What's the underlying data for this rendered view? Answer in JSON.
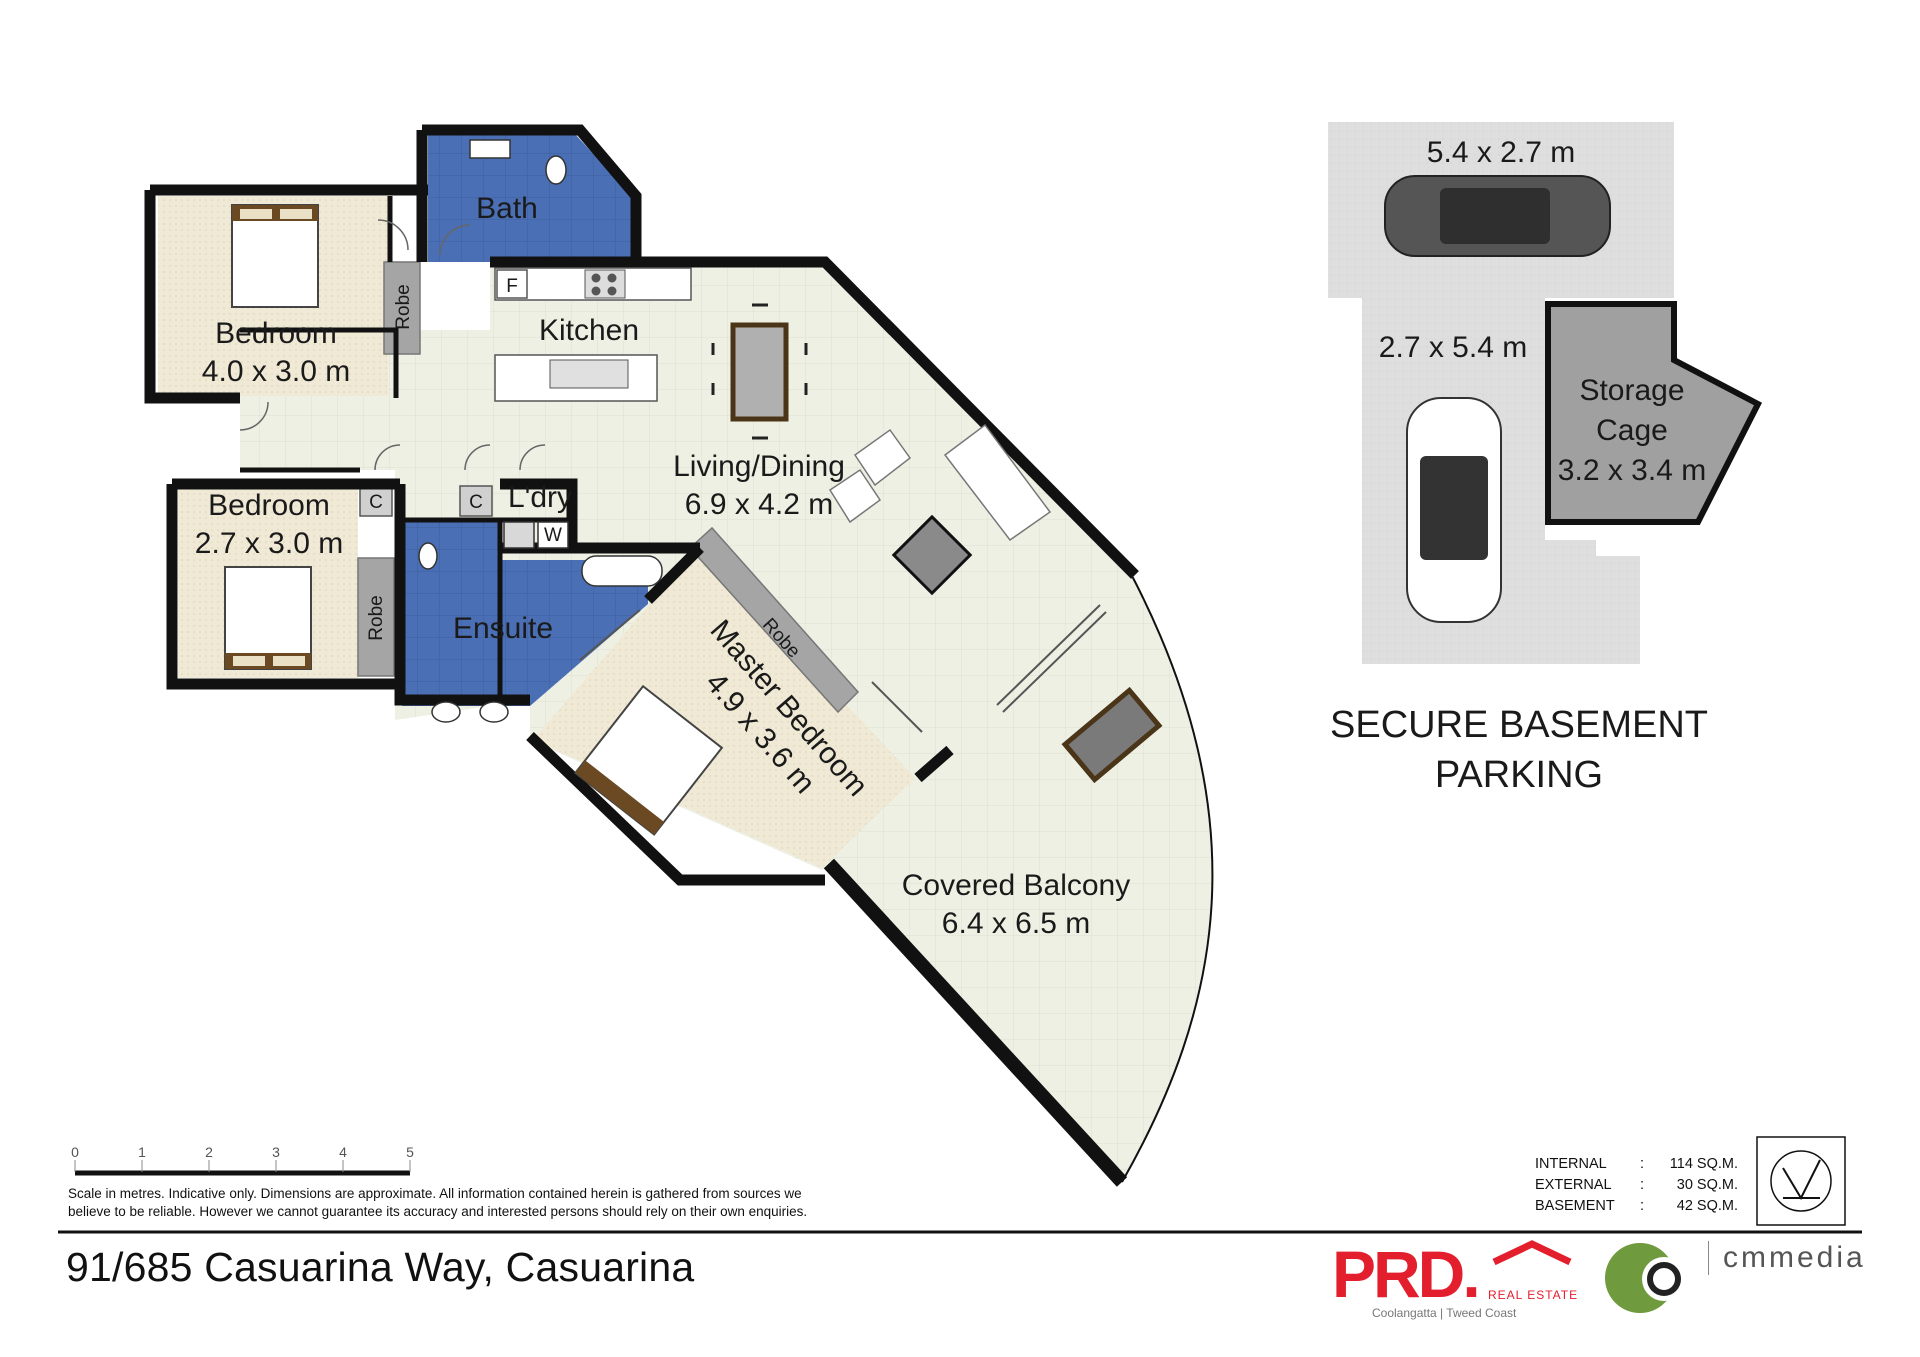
{
  "rooms": {
    "bath": "Bath",
    "kitchen": "Kitchen",
    "bedroom1": {
      "name": "Bedroom",
      "dims": "4.0 x 3.0 m"
    },
    "bedroom2": {
      "name": "Bedroom",
      "dims": "2.7 x 3.0 m"
    },
    "robe": "Robe",
    "living": {
      "name": "Living/Dining",
      "dims": "6.9 x 4.2 m"
    },
    "laundry": "L'dry",
    "ensuite": "Ensuite",
    "master": {
      "name": "Master Bedroom",
      "dims": "4.9 x 3.6 m"
    },
    "balcony": {
      "name": "Covered Balcony",
      "dims": "6.4 x 6.5 m"
    },
    "cupboard": "C",
    "fridge": "F",
    "washer": "W"
  },
  "parking": {
    "bay1": "5.4 x 2.7 m",
    "bay2": "2.7 x 5.4 m",
    "storage": {
      "line1": "Storage",
      "line2": "Cage",
      "dims": "3.2 x 3.4 m"
    },
    "heading_line1": "SECURE BASEMENT",
    "heading_line2": "PARKING"
  },
  "scale": {
    "ticks": [
      "0",
      "1",
      "2",
      "3",
      "4",
      "5"
    ]
  },
  "disclaimer": {
    "line1": "Scale in metres.  Indicative only.  Dimensions are approximate.  All information contained herein is gathered from sources we",
    "line2": "believe to be reliable.  However we cannot guarantee its accuracy and interested persons should rely on their own enquiries."
  },
  "address": "91/685 Casuarina Way, Casuarina",
  "areas": [
    {
      "label": "INTERNAL",
      "sep": ":",
      "value": "114 SQ.M."
    },
    {
      "label": "EXTERNAL",
      "sep": ":",
      "value": "30 SQ.M."
    },
    {
      "label": "BASEMENT",
      "sep": ":",
      "value": "42 SQ.M."
    }
  ],
  "branding": {
    "prd": "PRD.",
    "prd_sub": "REAL ESTATE",
    "prd_location": "Coolangatta | Tweed Coast",
    "cm": "cmmedia"
  },
  "colors": {
    "wall": "#111111",
    "floor": "#eef0e4",
    "carpet": "#efe9d5",
    "wet": "#4a6fb5",
    "parking": "#dedede",
    "storage": "#a0a0a0",
    "prd_red": "#e31e2d"
  }
}
